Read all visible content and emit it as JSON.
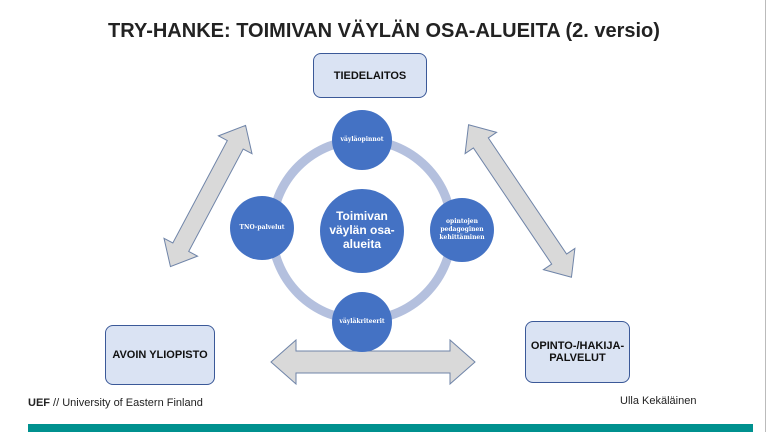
{
  "title": "TRY-HANKE: TOIMIVAN VÄYLÄN OSA-ALUEITA (2. versio)",
  "boxes": {
    "top": "TIEDELAITOS",
    "left": "AVOIN YLIOPISTO",
    "right": "OPINTO-/HAKIJA-PALVELUT"
  },
  "cycle": {
    "center": "Toimivan väylän osa-alueita",
    "top": "väyläopinnot",
    "right": "opintojen pedagoginen kehittäminen",
    "bottom": "väyläkriteerit",
    "left": "TNO-palvelut"
  },
  "footer": {
    "org_bold": "UEF",
    "org_rest": " // University of Eastern Finland",
    "author": "Ulla Kekäläinen"
  },
  "colors": {
    "circle": "#4472c4",
    "ring": "#b4c0de",
    "box": "#dae3f3",
    "arrow": "#d9d9d9",
    "bar": "#00918f"
  }
}
